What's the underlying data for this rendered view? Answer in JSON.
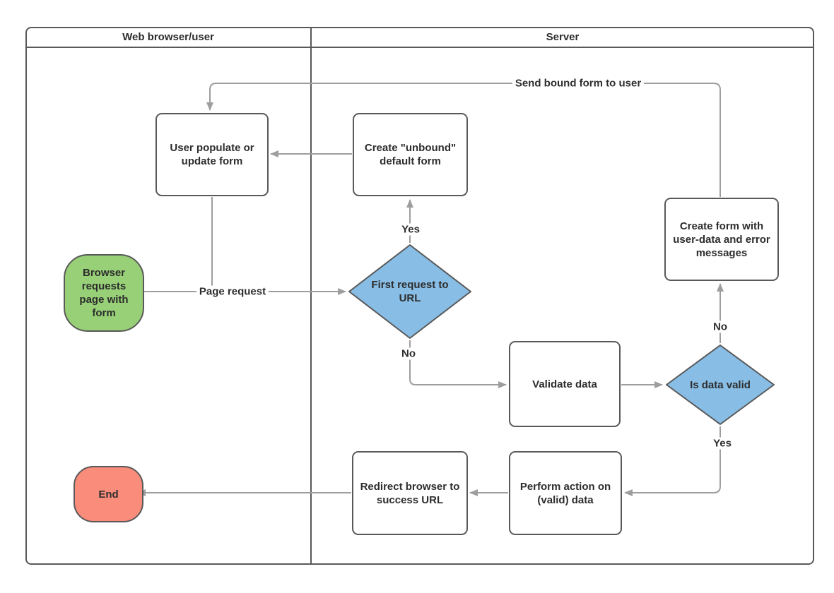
{
  "diagram": {
    "lanes": [
      {
        "label": "Web browser/user"
      },
      {
        "label": "Server"
      }
    ],
    "nodes": {
      "start": {
        "type": "terminator",
        "label": "Browser requests page with form"
      },
      "user_populate": {
        "type": "process",
        "label": "User populate or update form"
      },
      "create_unbound": {
        "type": "process",
        "label": "Create \"unbound\" default form"
      },
      "first_request": {
        "type": "decision",
        "label": "First request to URL"
      },
      "validate_data": {
        "type": "process",
        "label": "Validate data"
      },
      "is_data_valid": {
        "type": "decision",
        "label": "Is data valid"
      },
      "create_form_errors": {
        "type": "process",
        "label": "Create form with user-data and error messages"
      },
      "perform_action": {
        "type": "process",
        "label": "Perform action on (valid) data"
      },
      "redirect_browser": {
        "type": "process",
        "label": "Redirect browser to success URL"
      },
      "end": {
        "type": "terminator",
        "label": "End"
      }
    },
    "edge_labels": {
      "page_request": "Page request",
      "send_bound_form": "Send bound form to user",
      "first_request_yes": "Yes",
      "first_request_no": "No",
      "is_valid_no": "No",
      "is_valid_yes": "Yes"
    },
    "colors": {
      "start-fill": "#97d077",
      "end-fill": "#fa8c7c",
      "decision-fill": "#88bde5",
      "shape-stroke": "#595959",
      "arrow": "#9e9e9e",
      "text": "#2d2d2d"
    }
  }
}
